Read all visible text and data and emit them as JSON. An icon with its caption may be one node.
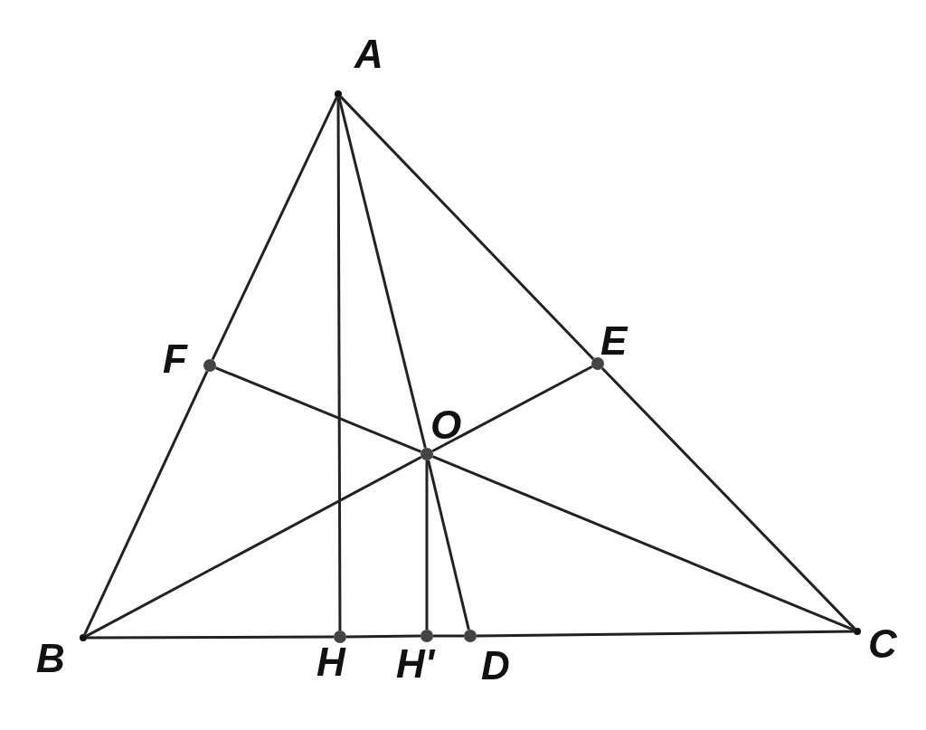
{
  "diagram": {
    "nodes": [
      {
        "text": [
          "A"
        ]
      },
      {
        "text": [
          "B"
        ]
      },
      {
        "text": [
          "C"
        ]
      },
      {
        "text": [
          "D"
        ]
      },
      {
        "text": [
          "E"
        ]
      },
      {
        "text": [
          "F"
        ]
      },
      {
        "text": [
          "O"
        ]
      },
      {
        "text": [
          "H"
        ]
      },
      {
        "text": [
          "H'"
        ]
      }
    ],
    "edges": [
      {
        "from": 0,
        "to": 5,
        "arrow": "none"
      },
      {
        "from": 5,
        "to": 1,
        "arrow": "none"
      },
      {
        "from": 0,
        "to": 4,
        "arrow": "none"
      },
      {
        "from": 4,
        "to": 2,
        "arrow": "none"
      },
      {
        "from": 1,
        "to": 7,
        "arrow": "none"
      },
      {
        "from": 7,
        "to": 8,
        "arrow": "none"
      },
      {
        "from": 8,
        "to": 3,
        "arrow": "none"
      },
      {
        "from": 3,
        "to": 2,
        "arrow": "none"
      },
      {
        "from": 0,
        "to": 7,
        "arrow": "none"
      },
      {
        "from": 0,
        "to": 6,
        "arrow": "none"
      },
      {
        "from": 6,
        "to": 3,
        "arrow": "none"
      },
      {
        "from": 6,
        "to": 8,
        "arrow": "none"
      },
      {
        "from": 1,
        "to": 6,
        "arrow": "none"
      },
      {
        "from": 6,
        "to": 4,
        "arrow": "none"
      },
      {
        "from": 2,
        "to": 6,
        "arrow": "none"
      },
      {
        "from": 6,
        "to": 5,
        "arrow": "none"
      }
    ]
  }
}
